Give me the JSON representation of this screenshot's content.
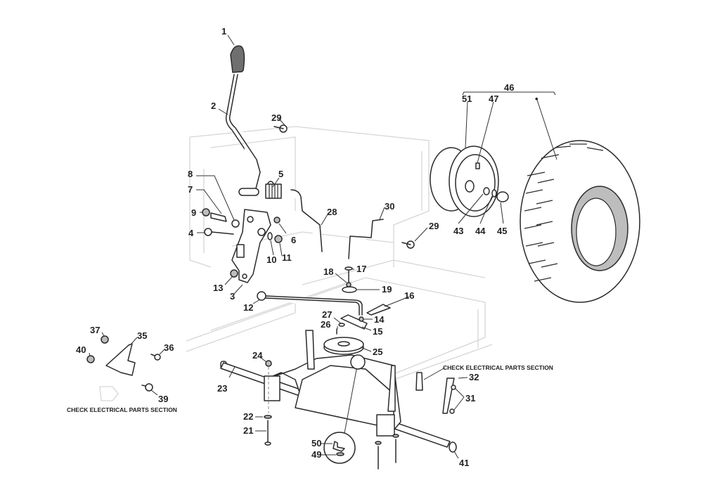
{
  "diagram": {
    "title": "Transmission / gear lever exploded parts diagram",
    "notes": {
      "electrical_left": "CHECK ELECTRICAL PARTS SECTION",
      "electrical_right": "CHECK ELECTRICAL PARTS SECTION"
    },
    "callouts": {
      "c1": "1",
      "c2": "2",
      "c3": "3",
      "c4": "4",
      "c5": "5",
      "c6": "6",
      "c7": "7",
      "c8": "8",
      "c9": "9",
      "c10": "10",
      "c11": "11",
      "c12": "12",
      "c13": "13",
      "c14": "14",
      "c15": "15",
      "c16": "16",
      "c17": "17",
      "c18": "18",
      "c19": "19",
      "c21": "21",
      "c22": "22",
      "c23": "23",
      "c24": "24",
      "c25": "25",
      "c26": "26",
      "c27": "27",
      "c28": "28",
      "c29a": "29",
      "c29b": "29",
      "c30": "30",
      "c31": "31",
      "c32": "32",
      "c35": "35",
      "c36": "36",
      "c37": "37",
      "c39": "39",
      "c40": "40",
      "c41": "41",
      "c43": "43",
      "c44": "44",
      "c45": "45",
      "c46": "46",
      "c47": "47",
      "c49": "49",
      "c50": "50",
      "c51": "51",
      "c_dot": "•"
    }
  }
}
